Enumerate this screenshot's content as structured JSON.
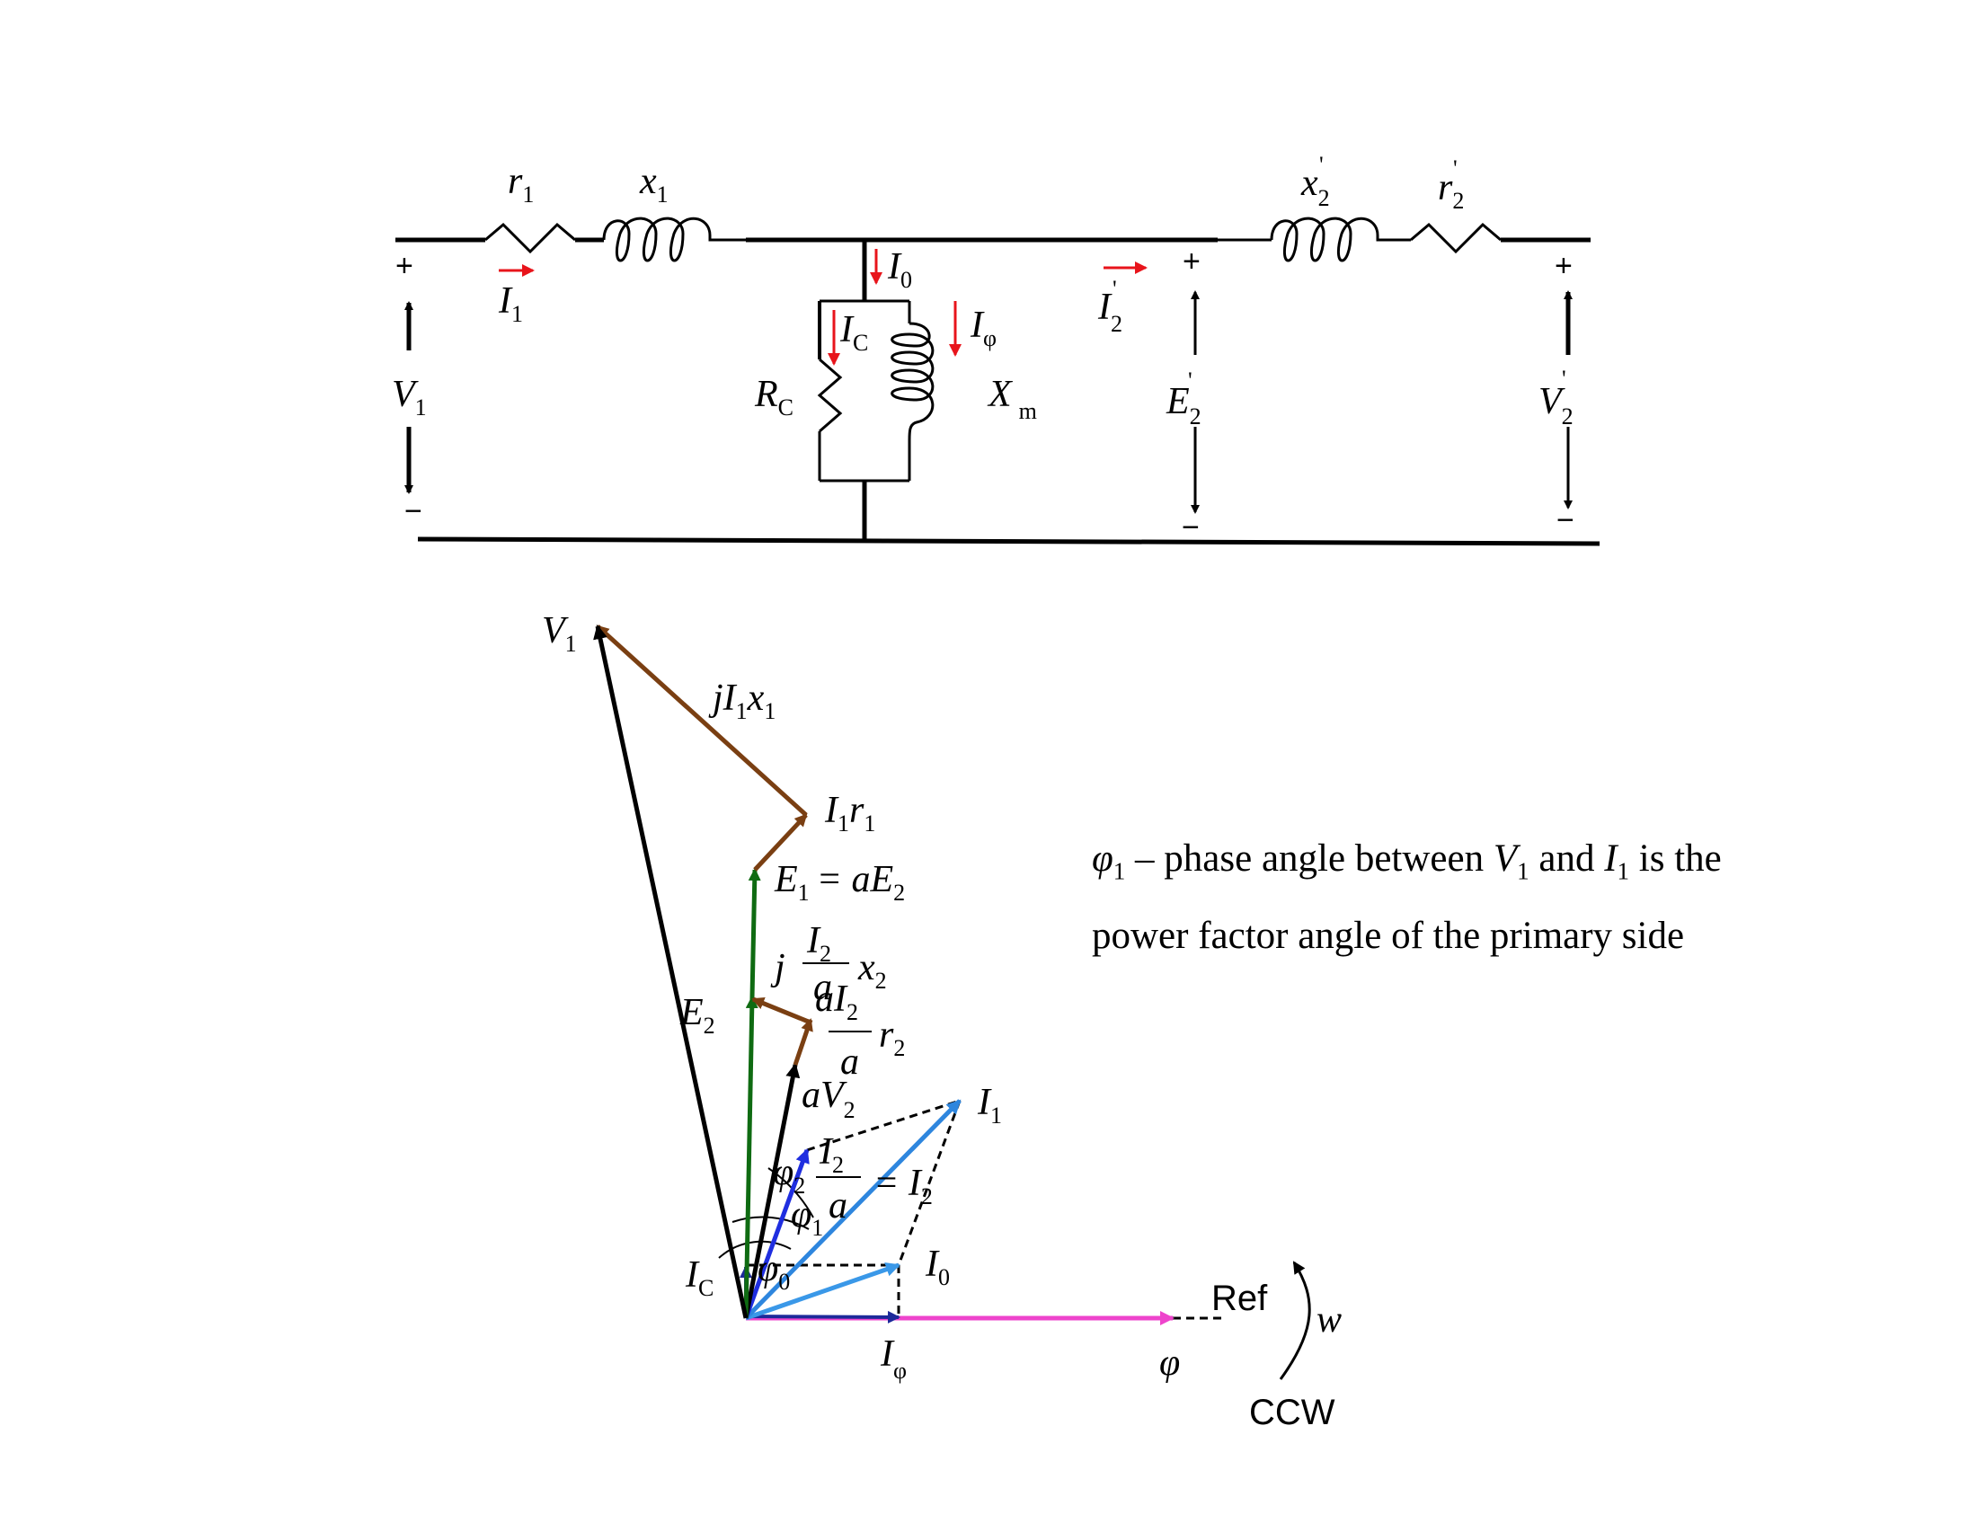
{
  "circuit": {
    "labels": {
      "r1": "r",
      "r1_sub": "1",
      "x1": "x",
      "x1_sub": "1",
      "x2p": "x",
      "x2p_sub": "2",
      "x2p_prime": "'",
      "r2p": "r",
      "r2p_sub": "2",
      "r2p_prime": "'",
      "I1": "I",
      "I1_sub": "1",
      "I0": "I",
      "I0_sub": "0",
      "IC": "I",
      "IC_sub": "C",
      "Iphi": "I",
      "Iphi_sub": "φ",
      "I2p": "I",
      "I2p_sub": "2",
      "I2p_prime": "'",
      "RC": "R",
      "RC_sub": "C",
      "Xm": "X",
      "Xm_sub": "m",
      "V1": "V",
      "V1_sub": "1",
      "E2p": "E",
      "E2p_sub": "2",
      "E2p_prime": "'",
      "V2p": "V",
      "V2p_sub": "2",
      "V2p_prime": "'",
      "plus": "+",
      "minus": "−"
    },
    "colors": {
      "current_arrow": "#e8141b",
      "wire": "#000000"
    }
  },
  "phasor": {
    "labels": {
      "V1": "V",
      "V1_sub": "1",
      "jI1x1": "jI",
      "jI1x1_sub1": "1",
      "jI1x1_x": "x",
      "jI1x1_sub2": "1",
      "I1r1": "I",
      "I1r1_sub1": "1",
      "I1r1_r": "r",
      "I1r1_sub2": "1",
      "E1": "E",
      "E1_sub": "1",
      "E1_eq": "= aE",
      "E1_sub2": "2",
      "jx2_j": "j",
      "jx2_num": "I",
      "jx2_num_sub": "2",
      "jx2_den": "a",
      "jx2_x": "x",
      "jx2_x_sub": "2",
      "E2": "E",
      "E2_sub": "2",
      "r2_num": "aI",
      "r2_num_sub": "2",
      "r2_den": "a",
      "r2_r": "r",
      "r2_r_sub": "2",
      "aV2": "aV",
      "aV2_sub": "2",
      "I1": "I",
      "I1_sub": "1",
      "phi2": "φ",
      "phi2_sub": "2",
      "I2a_num": "I",
      "I2a_num_sub": "2",
      "I2a_den": "a",
      "I2a_eq": "= I",
      "I2a_eq_sub": "2",
      "phi1": "φ",
      "phi1_sub": "1",
      "I0": "I",
      "I0_sub": "0",
      "IC": "I",
      "IC_sub": "C",
      "phi0": "φ",
      "phi0_sub": "0",
      "Iphi": "I",
      "Iphi_sub": "φ",
      "flux": "φ",
      "ref": "Ref",
      "w": "w",
      "ccw": "CCW"
    },
    "colors": {
      "V1": "#000000",
      "drop_brown": "#7a3f12",
      "E_green": "#0f6b12",
      "aV2": "#000000",
      "I2a_blue": "#1f2ee0",
      "I1_blue": "#2e86de",
      "I0_blue": "#3a98e8",
      "flux_magenta": "#ee44cc",
      "Iphi_navy": "#1d2a9a"
    }
  },
  "note": {
    "line1_a": "φ",
    "line1_a_sub": "1",
    "line1_b": " – phase angle between ",
    "line1_c": "V",
    "line1_c_sub": "1",
    "line1_d": " and ",
    "line1_e": "I",
    "line1_e_sub": "1",
    "line1_f": " is the",
    "line2": "power factor angle of  the primary side"
  }
}
